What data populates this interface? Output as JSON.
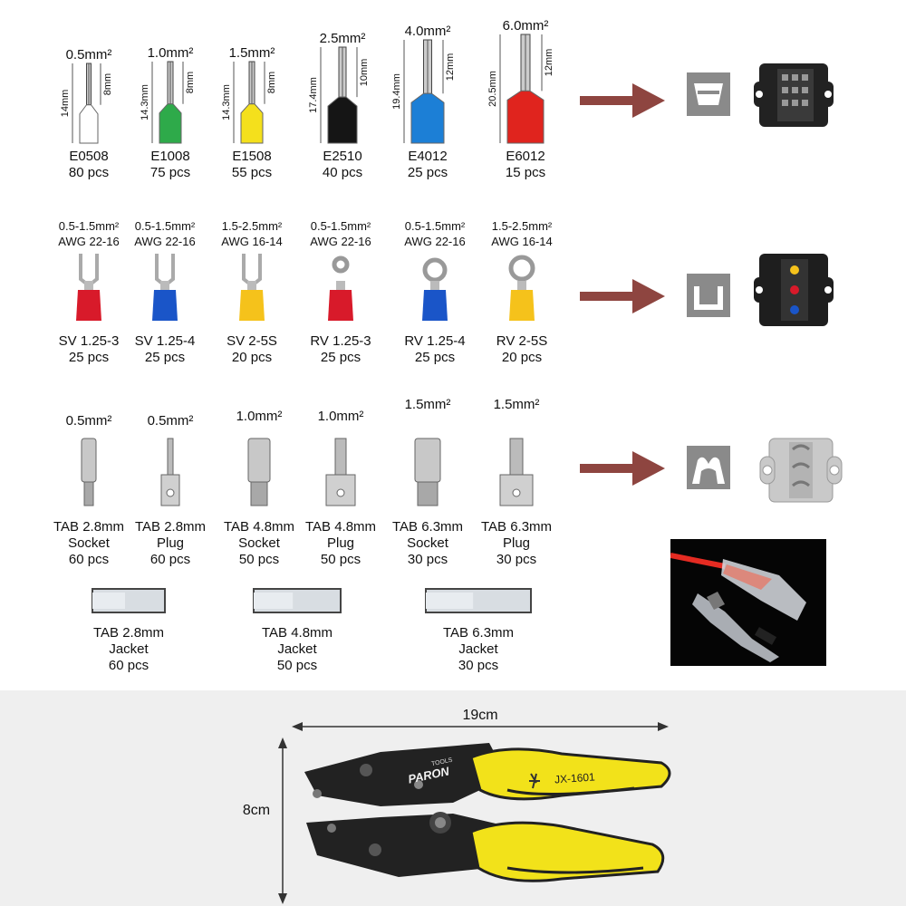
{
  "colors": {
    "arrow": "#8e4540",
    "die_icon": "#8a8a8a",
    "bottom_bg": "#efefef",
    "handle_yellow": "#f2e21a",
    "handle_black": "#222222"
  },
  "ferrules": [
    {
      "size": "0.5mm²",
      "code": "E0508",
      "qty": "80 pcs",
      "total": "14mm",
      "pin": "8mm",
      "color": "#ffffff"
    },
    {
      "size": "1.0mm²",
      "code": "E1008",
      "qty": "75 pcs",
      "total": "14.3mm",
      "pin": "8mm",
      "color": "#2eaa4a"
    },
    {
      "size": "1.5mm²",
      "code": "E1508",
      "qty": "55 pcs",
      "total": "14.3mm",
      "pin": "8mm",
      "color": "#f4e01c"
    },
    {
      "size": "2.5mm²",
      "code": "E2510",
      "qty": "40 pcs",
      "total": "17.4mm",
      "pin": "10mm",
      "color": "#151515"
    },
    {
      "size": "4.0mm²",
      "code": "E4012",
      "qty": "25 pcs",
      "total": "19.4mm",
      "pin": "12mm",
      "color": "#1c7fd6"
    },
    {
      "size": "6.0mm²",
      "code": "E6012",
      "qty": "15 pcs",
      "total": "20.5mm",
      "pin": "12mm",
      "color": "#e0241e"
    }
  ],
  "terminals": [
    {
      "range": "0.5-1.5mm²",
      "awg": "AWG 22-16",
      "code": "SV 1.25-3",
      "qty": "25 pcs",
      "color": "#d81a2a",
      "shape": "fork"
    },
    {
      "range": "0.5-1.5mm²",
      "awg": "AWG 22-16",
      "code": "SV 1.25-4",
      "qty": "25 pcs",
      "color": "#1a55c8",
      "shape": "fork"
    },
    {
      "range": "1.5-2.5mm²",
      "awg": "AWG 16-14",
      "code": "SV 2-5S",
      "qty": "20 pcs",
      "color": "#f5c21b",
      "shape": "fork"
    },
    {
      "range": "0.5-1.5mm²",
      "awg": "AWG 22-16",
      "code": "RV 1.25-3",
      "qty": "25 pcs",
      "color": "#d81a2a",
      "shape": "ring"
    },
    {
      "range": "0.5-1.5mm²",
      "awg": "AWG 22-16",
      "code": "RV 1.25-4",
      "qty": "25 pcs",
      "color": "#1a55c8",
      "shape": "ring"
    },
    {
      "range": "1.5-2.5mm²",
      "awg": "AWG 16-14",
      "code": "RV 2-5S",
      "qty": "20 pcs",
      "color": "#f5c21b",
      "shape": "ring"
    }
  ],
  "tabs": [
    {
      "size": "0.5mm²",
      "name": "TAB 2.8mm",
      "type": "Socket",
      "qty": "60 pcs"
    },
    {
      "size": "0.5mm²",
      "name": "TAB 2.8mm",
      "type": "Plug",
      "qty": "60 pcs"
    },
    {
      "size": "1.0mm²",
      "name": "TAB 4.8mm",
      "type": "Socket",
      "qty": "50 pcs"
    },
    {
      "size": "1.0mm²",
      "name": "TAB 4.8mm",
      "type": "Plug",
      "qty": "50 pcs"
    },
    {
      "size": "1.5mm²",
      "name": "TAB 6.3mm",
      "type": "Socket",
      "qty": "30 pcs"
    },
    {
      "size": "1.5mm²",
      "name": "TAB 6.3mm",
      "type": "Plug",
      "qty": "30 pcs"
    }
  ],
  "jackets": [
    {
      "name": "TAB 2.8mm",
      "type": "Jacket",
      "qty": "60 pcs"
    },
    {
      "name": "TAB 4.8mm",
      "type": "Jacket",
      "qty": "50 pcs"
    },
    {
      "name": "TAB 6.3mm",
      "type": "Jacket",
      "qty": "30 pcs"
    }
  ],
  "tool": {
    "length": "19cm",
    "height": "8cm",
    "brand": "PARON",
    "brand_sub": "TOOLS",
    "model": "JX-1601"
  }
}
